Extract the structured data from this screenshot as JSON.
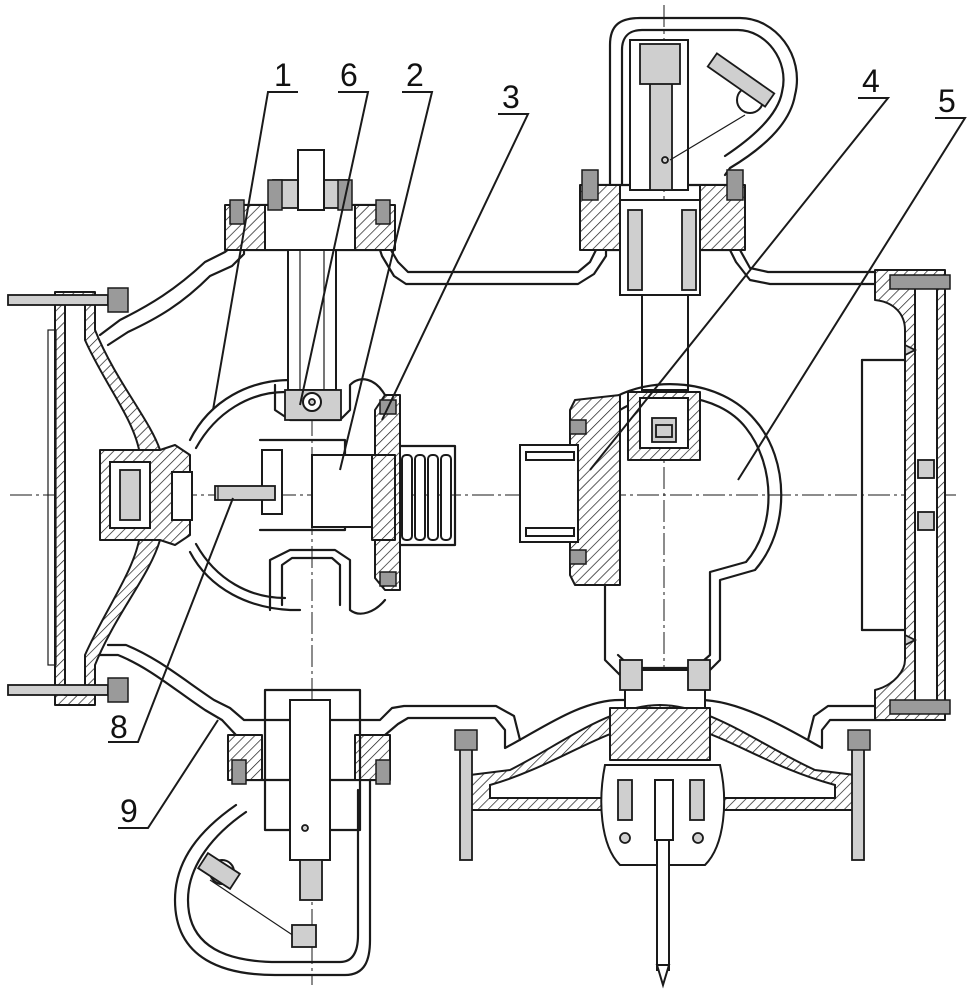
{
  "callouts": [
    {
      "id": "1",
      "label": "1"
    },
    {
      "id": "2",
      "label": "2"
    },
    {
      "id": "3",
      "label": "3"
    },
    {
      "id": "4",
      "label": "4"
    },
    {
      "id": "5",
      "label": "5"
    },
    {
      "id": "6",
      "label": "6"
    },
    {
      "id": "8",
      "label": "8"
    },
    {
      "id": "9",
      "label": "9"
    }
  ],
  "colors": {
    "line": "#1a1a1a",
    "background": "#ffffff",
    "hatch": "#1a1a1a"
  }
}
